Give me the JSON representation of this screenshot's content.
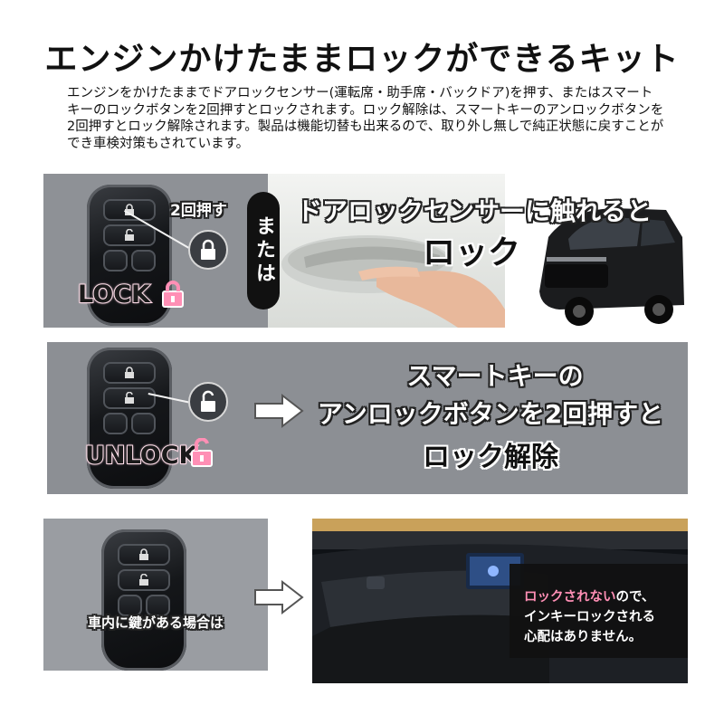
{
  "header": {
    "title": "エンジンかけたままロックができるキット",
    "description": "エンジンをかけたままでドアロックセンサー(運転席・助手席・バックドア)を押す、またはスマートキーのロックボタンを2回押すとロックされます。ロック解除は、スマートキーのアンロックボタンを2回押すとロック解除されます。製品は機能切替も出来るので、取り外し無しで純正状態に戻すことができ車検対策もされています。"
  },
  "panel_lock": {
    "press_twice": "2回押す",
    "or": "または",
    "lock_label": "LOCK",
    "sensor_line1": "ドアロックセンサーに触れると",
    "sensor_line2": "ロック"
  },
  "panel_unlock": {
    "unlock_label": "UNLOCK",
    "line1": "スマートキーの",
    "line2": "アンロックボタンを2回押すと",
    "line3": "ロック解除"
  },
  "panel_key_inside": {
    "caption": "車内に鍵がある場合は",
    "note_line1_pink": "ロックされない",
    "note_line1_rest": "ので、",
    "note_line2": "インキーロックされる",
    "note_line3": "心配はありません。"
  },
  "colors": {
    "pink_accent": "#ff8fb5",
    "panel_gray": "#8e9196",
    "dark_box": "#111111"
  }
}
